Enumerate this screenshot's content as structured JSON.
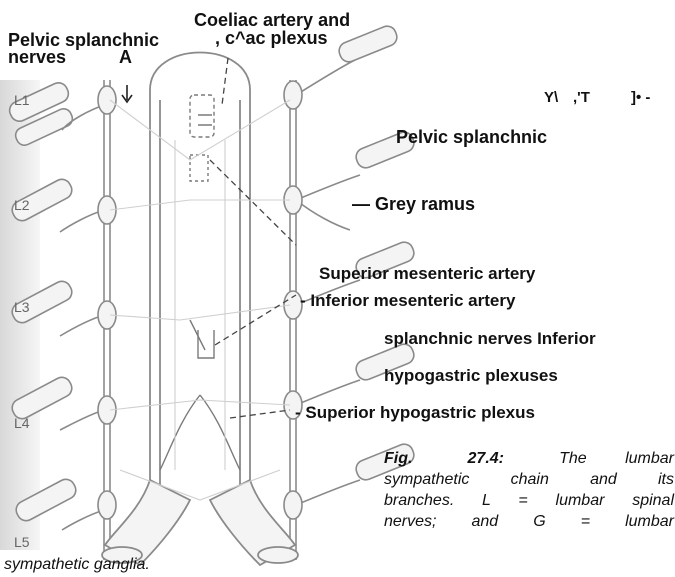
{
  "labels": {
    "pelvic_splanchnic_left_1": "Pelvic splanchnic",
    "pelvic_splanchnic_left_2": "nerves",
    "letter_a": "A",
    "coeliac_1": "Coeliac artery and",
    "coeliac_2": ", c^ac plexus",
    "garble_1": "Y\\",
    "garble_2": ",'T",
    "garble_3": "]• -",
    "pelvic_splanchnic_right": "Pelvic splanchnic",
    "grey_ramus": "— Grey ramus",
    "superior_mesenteric": "Superior mesenteric artery",
    "inferior_mesenteric": "- Inferior mesenteric artery",
    "splanchnic_inferior": "splanchnic nerves Inferior",
    "hypogastric_plexuses": "hypogastric plexuses",
    "superior_hypogastric": "-  Superior hypogastric plexus"
  },
  "segments": [
    "L1",
    "L2",
    "L3",
    "L4",
    "L5"
  ],
  "caption": {
    "fig_label": "Fig.",
    "fig_number": "27.4:",
    "line1_rest": "The lumbar",
    "line2": "sympathetic chain and its",
    "line3": "branches. L = lumbar spinal",
    "line4": "nerves; and G = lumbar",
    "line5": "sympathetic ganglia."
  },
  "colors": {
    "text": "#111111",
    "drawing": "#888888",
    "shading": "#cfcfcf"
  }
}
